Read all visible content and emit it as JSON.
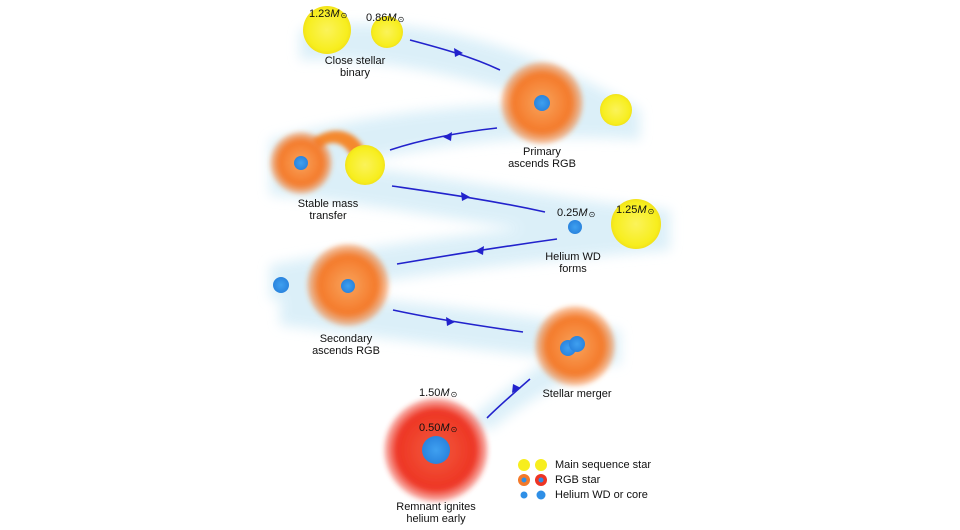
{
  "stages": {
    "close_binary": "Close stellar\nbinary",
    "primary_rgb": "Primary\nascends RGB",
    "stable_transfer": "Stable mass\ntransfer",
    "helium_wd": "Helium WD\nforms",
    "secondary_rgb": "Secondary\nascends RGB",
    "merger": "Stellar merger",
    "remnant": "Remnant ignites\nhelium early"
  },
  "masses": {
    "m1": {
      "value": "1.23",
      "unit": "M",
      "sun": "⊙"
    },
    "m2": {
      "value": "0.86",
      "unit": "M",
      "sun": "⊙"
    },
    "wd": {
      "value": "0.25",
      "unit": "M",
      "sun": "⊙"
    },
    "companion": {
      "value": "1.25",
      "unit": "M",
      "sun": "⊙"
    },
    "remnant_total": {
      "value": "1.50",
      "unit": "M",
      "sun": "⊙"
    },
    "remnant_core": {
      "value": "0.50",
      "unit": "M",
      "sun": "⊙"
    }
  },
  "legend": {
    "main_sequence": "Main sequence star",
    "rgb": "RGB star",
    "helium_wd": "Helium WD or core"
  },
  "colors": {
    "main_sequence": "#f7ee1e",
    "rgb_envelope": "#f47a2a",
    "remnant_envelope": "#ee3524",
    "core": "#2f8fe6",
    "arrow": "#2222cc",
    "haze": "#d8eef8"
  }
}
